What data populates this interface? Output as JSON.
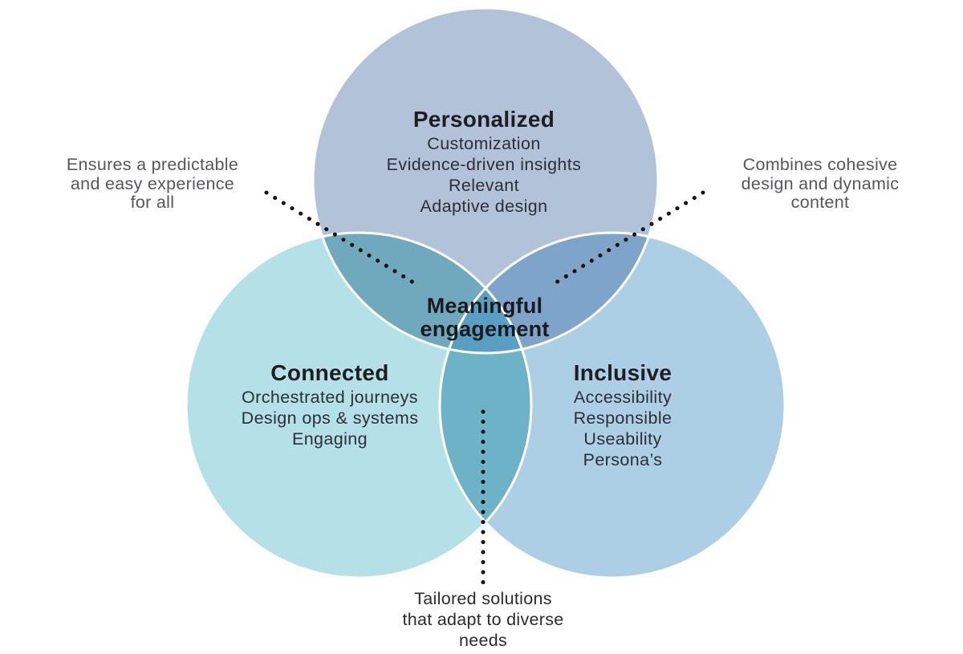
{
  "diagram": {
    "center": {
      "lines": [
        "Meaningful",
        "engagement"
      ]
    },
    "circles": {
      "personalized": {
        "title": "Personalized",
        "items": [
          "Customization",
          "Evidence-driven insights",
          "Relevant",
          "Adaptive design"
        ],
        "color": "#b2c2d9"
      },
      "connected": {
        "title": "Connected",
        "items": [
          "Orchestrated journeys",
          "Design ops & systems",
          "Engaging"
        ],
        "color": "#b3e1e7"
      },
      "inclusive": {
        "title": "Inclusive",
        "items": [
          "Accessibility",
          "Responsible",
          "Useability",
          "Persona’s"
        ],
        "color": "#accfe5"
      }
    },
    "overlaps": {
      "personalized_connected": "#70a9bd",
      "personalized_inclusive": "#7ea4c9",
      "connected_inclusive": "#6db2c6",
      "center": "#599fc1"
    },
    "callouts": {
      "left": {
        "lines": [
          "Ensures a predictable",
          "and easy experience",
          "for all"
        ]
      },
      "right": {
        "lines": [
          "Combines cohesive",
          "design and dynamic",
          "content"
        ]
      },
      "bottom": {
        "lines": [
          "Tailored solutions",
          "that adapt to diverse",
          "needs"
        ]
      }
    },
    "line_color": "#121212",
    "outline_color": "#ffffff"
  }
}
